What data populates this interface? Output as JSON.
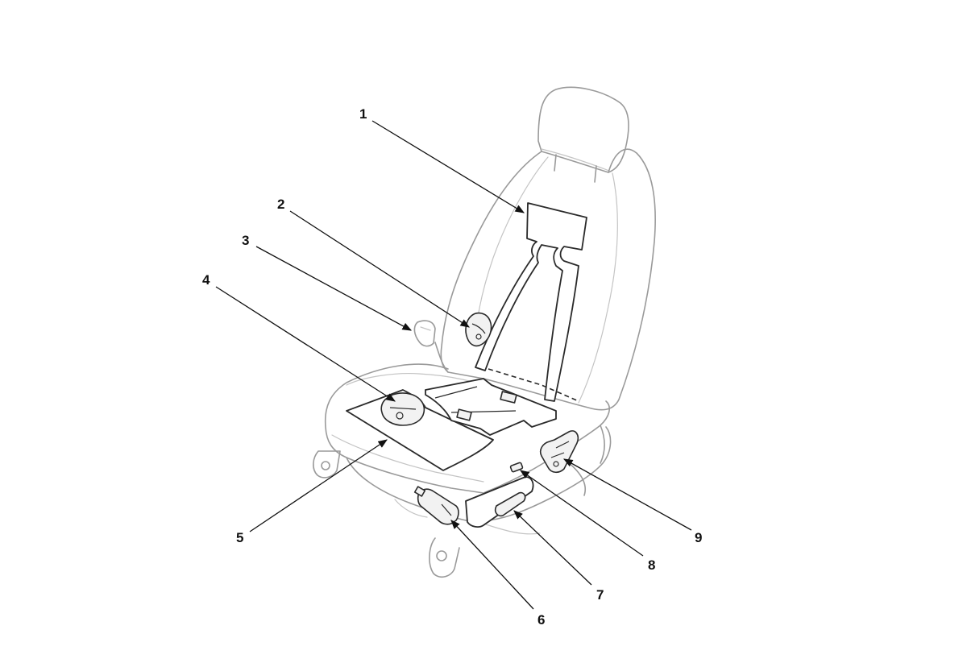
{
  "callouts": [
    {
      "id": "1",
      "label": "1"
    },
    {
      "id": "2",
      "label": "2"
    },
    {
      "id": "3",
      "label": "3"
    },
    {
      "id": "4",
      "label": "4"
    },
    {
      "id": "5",
      "label": "5"
    },
    {
      "id": "6",
      "label": "6"
    },
    {
      "id": "7",
      "label": "7"
    },
    {
      "id": "8",
      "label": "8"
    },
    {
      "id": "9",
      "label": "9"
    }
  ],
  "colors": {
    "outline": "#9a9a9a",
    "part_outline": "#2a2a2a",
    "text": "#111111",
    "background": "#ffffff"
  }
}
